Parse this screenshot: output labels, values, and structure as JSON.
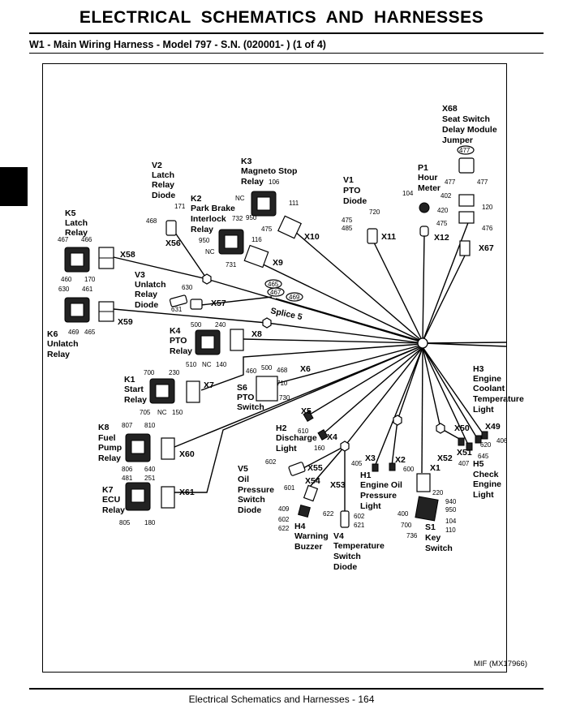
{
  "header": {
    "title": "ELECTRICAL   SCHEMATICS AND HARNESSES"
  },
  "subtitle": "W1 - Main Wiring Harness - Model 797 - S.N. (020001- ) (1 of 4)",
  "figure_code": "MIF (MX17966)",
  "footer": "Electrical   Schematics and Harnesses  - 164",
  "components": {
    "x68": [
      "X68",
      "Seat Switch",
      "Delay Module",
      "Jumper"
    ],
    "v2": [
      "V2",
      "Latch",
      "Relay",
      "Diode"
    ],
    "k3": [
      "K3",
      "Magneto Stop",
      "Relay"
    ],
    "v1": [
      "V1",
      "PTO",
      "Diode"
    ],
    "p1": [
      "P1",
      "Hour",
      "Meter"
    ],
    "k2": [
      "K2",
      "Park Brake",
      "Interlock",
      "Relay"
    ],
    "k5": [
      "K5",
      "Latch",
      "Relay"
    ],
    "v3": [
      "V3",
      "Unlatch",
      "Relay",
      "Diode"
    ],
    "k6": [
      "K6",
      "Unlatch",
      "Relay"
    ],
    "k4": [
      "K4",
      "PTO",
      "Relay"
    ],
    "h3": [
      "H3",
      "Engine",
      "Coolant",
      "Temperature",
      "Light"
    ],
    "k1": [
      "K1",
      "Start",
      "Relay"
    ],
    "s6": [
      "S6",
      "PTO",
      "Switch"
    ],
    "h2": [
      "H2",
      "Discharge",
      "Light"
    ],
    "k8": [
      "K8",
      "Fuel",
      "Pump",
      "Relay"
    ],
    "h5": [
      "H5",
      "Check",
      "Engine",
      "Light"
    ],
    "v5": [
      "V5",
      "Oil",
      "Pressure",
      "Switch",
      "Diode"
    ],
    "h1": [
      "H1",
      "Engine Oil",
      "Pressure",
      "Light"
    ],
    "k7": [
      "K7",
      "ECU",
      "Relay"
    ],
    "h4": [
      "H4",
      "Warning",
      "Buzzer"
    ],
    "v4": [
      "V4",
      "Temperature",
      "Switch",
      "Diode"
    ],
    "s1": [
      "S1",
      "Key",
      "Switch"
    ]
  },
  "connectors": {
    "x1": "X1",
    "x2": "X2",
    "x3": "X3",
    "x4": "X4",
    "x5": "X5",
    "x6": "X6",
    "x7": "X7",
    "x8": "X8",
    "x9": "X9",
    "x10": "X10",
    "x11": "X11",
    "x12": "X12",
    "x49": "X49",
    "x50": "X50",
    "x51": "X51",
    "x52": "X52",
    "x53": "X53",
    "x54": "X54",
    "x55": "X55",
    "x56": "X56",
    "x57": "X57",
    "x58": "X58",
    "x59": "X59",
    "x60": "X60",
    "x61": "X61",
    "x67": "X67"
  },
  "splice": "Splice 5",
  "wires": {
    "x68_477_top": "477",
    "x68_477_l": "477",
    "x68_477_r": "477",
    "p1_104": "104",
    "p1_402": "402",
    "p1_420": "420",
    "p1_120": "120",
    "p1_475": "475",
    "p1_476": "476",
    "v2_171": "171",
    "v2_468": "468",
    "k3_106": "106",
    "k3_nc": "NC",
    "k3_111": "111",
    "k3_950": "950",
    "k3_475": "475",
    "k2_732": "732",
    "k2_950": "950",
    "k2_116": "116",
    "k2_nc": "NC",
    "k2_731": "731",
    "v1_720": "720",
    "v1_475": "475",
    "v1_485": "485",
    "k5_467": "467",
    "k5_466": "466",
    "k5_460": "460",
    "k5_170": "170",
    "sp_465": "465",
    "sp_467": "467",
    "sp_469": "469",
    "v3_630": "630",
    "v3_631": "631",
    "k6_630": "630",
    "k6_461": "461",
    "k6_469": "469",
    "k6_465": "465",
    "k4_500": "500",
    "k4_240": "240",
    "k4_510": "510",
    "k4_nc": "NC",
    "k4_140": "140",
    "k1_700": "700",
    "k1_230": "230",
    "k1_705": "705",
    "k1_nc": "NC",
    "k1_150": "150",
    "s6_460": "460",
    "s6_500": "500",
    "s6_468": "468",
    "s6_710": "710",
    "s6_730": "730",
    "x5_610": "610",
    "h2_160": "160",
    "k8_807": "807",
    "k8_810": "810",
    "k8_806": "806",
    "k8_640": "640",
    "k7_481": "481",
    "k7_251": "251",
    "k7_805": "805",
    "k7_180": "180",
    "v5_602": "602",
    "v5_601": "601",
    "x3_405": "405",
    "x2_600": "600",
    "h4_409": "409",
    "h4_602": "602",
    "h4_622": "622",
    "v4_622": "622",
    "v4_602": "602",
    "v4_621": "621",
    "s1_220": "220",
    "s1_940": "940",
    "s1_950": "950",
    "s1_400": "400",
    "s1_700": "700",
    "s1_104": "104",
    "s1_110": "110",
    "s1_736": "736",
    "h3_406": "406",
    "h3_620": "620",
    "h5_645": "645",
    "h5_407": "407"
  }
}
